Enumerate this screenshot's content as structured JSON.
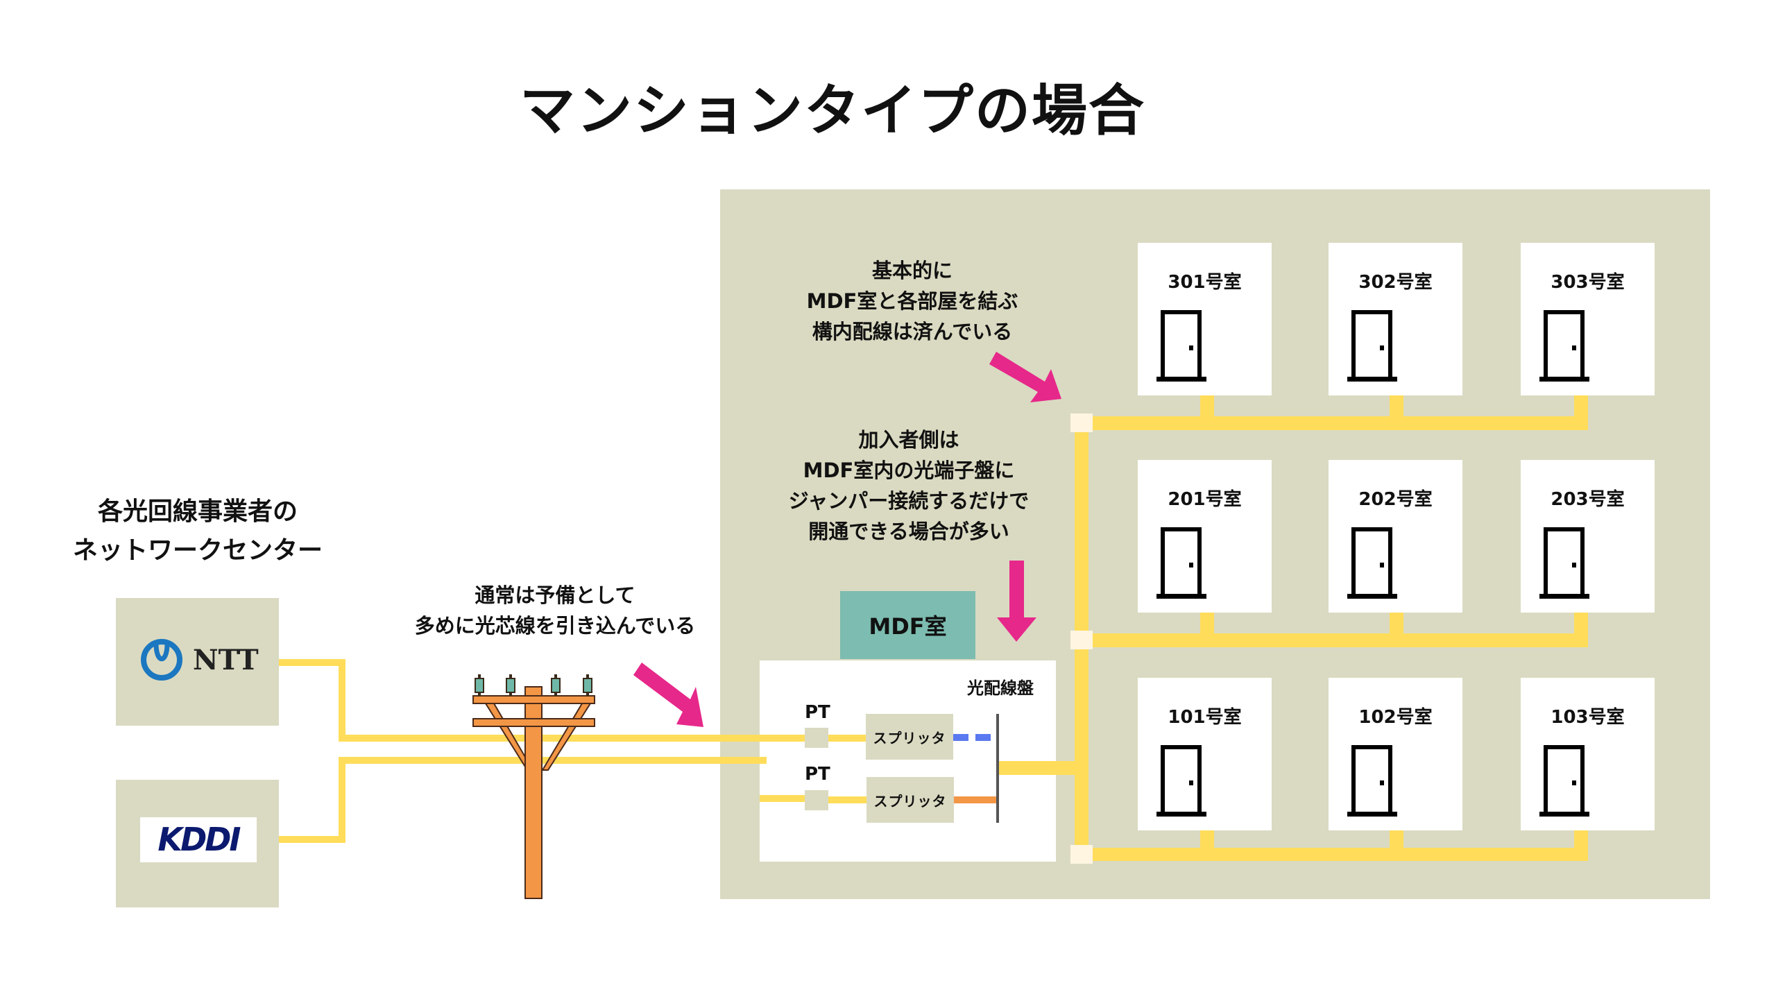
{
  "title": "マンションタイプの場合",
  "network_center": {
    "label_line1": "各光回線事業者の",
    "label_line2": "ネットワークセンター",
    "carriers": [
      {
        "name": "NTT",
        "icon": "ntt-logo-icon",
        "brand_color": "#1b77c0"
      },
      {
        "name": "KDDI",
        "icon": "kddi-logo-icon",
        "brand_color": "#0b1a6e"
      }
    ]
  },
  "pole_note": {
    "line1": "通常は予備として",
    "line2": "多めに光芯線を引き込んでいる"
  },
  "wiring_note": {
    "line1": "基本的に",
    "line2": "MDF室と各部屋を結ぶ",
    "line3": "構内配線は済んでいる"
  },
  "subscriber_note": {
    "line1": "加入者側は",
    "line2": "MDF室内の光端子盤に",
    "line3": "ジャンパー接続するだけで",
    "line4": "開通できる場合が多い"
  },
  "mdf": {
    "room_label": "MDF室",
    "panel_label": "光配線盤",
    "pt_labels": [
      "PT",
      "PT"
    ],
    "splitter_labels": [
      "スプリッタ",
      "スプリッタ"
    ]
  },
  "rooms": [
    [
      "301号室",
      "302号室",
      "303号室"
    ],
    [
      "201号室",
      "202号室",
      "203号室"
    ],
    [
      "101号室",
      "102号室",
      "103号室"
    ]
  ],
  "colors": {
    "fiber": "#ffdd5a",
    "arrow": "#e6288a",
    "building": "#dadac2",
    "mdf_room": "#7dbcb0",
    "jumper_dashed": "#5a78f0",
    "jumper_solid": "#f39645",
    "pole": "#f39645",
    "insulator": "#6fb8a8"
  }
}
